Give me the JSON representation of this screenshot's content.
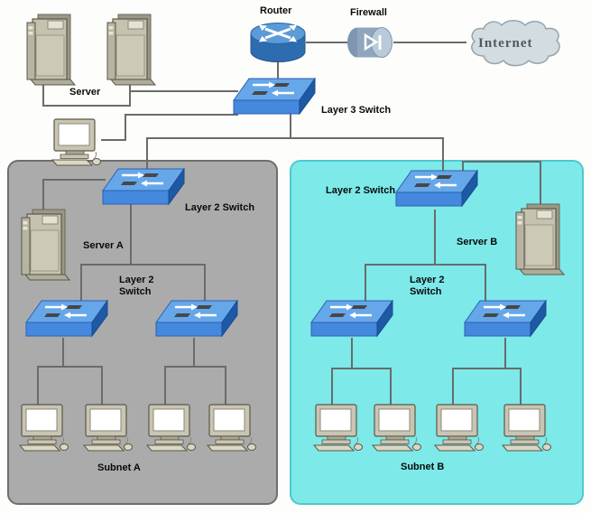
{
  "top": {
    "router_label": "Router",
    "firewall_label": "Firewall",
    "internet_label": "Internet",
    "server_group_label": "Server",
    "layer3_switch_label": "Layer 3 Switch"
  },
  "subnet_a": {
    "name": "Subnet A",
    "layer2_switch_top_label": "Layer 2 Switch",
    "server_label": "Server A",
    "layer2_switch_mid_label": [
      "Layer 2",
      "Switch"
    ]
  },
  "subnet_b": {
    "name": "Subnet B",
    "layer2_switch_top_label": "Layer 2 Switch",
    "server_label": "Server B",
    "layer2_switch_mid_label": [
      "Layer 2",
      "Switch"
    ]
  },
  "colors": {
    "subnet_a_fill": "#ababab",
    "subnet_a_border": "#6e6e6e",
    "subnet_b_fill": "#7de9e9",
    "subnet_b_border": "#4fc8cf",
    "switch_blue": "#4489dd",
    "router_blue": "#5b9bd8",
    "firewall_steel": "#8fa6be",
    "cloud_fill": "#d3dce0",
    "device_beige": "#c6c2b0",
    "line": "#6b6b6b"
  }
}
